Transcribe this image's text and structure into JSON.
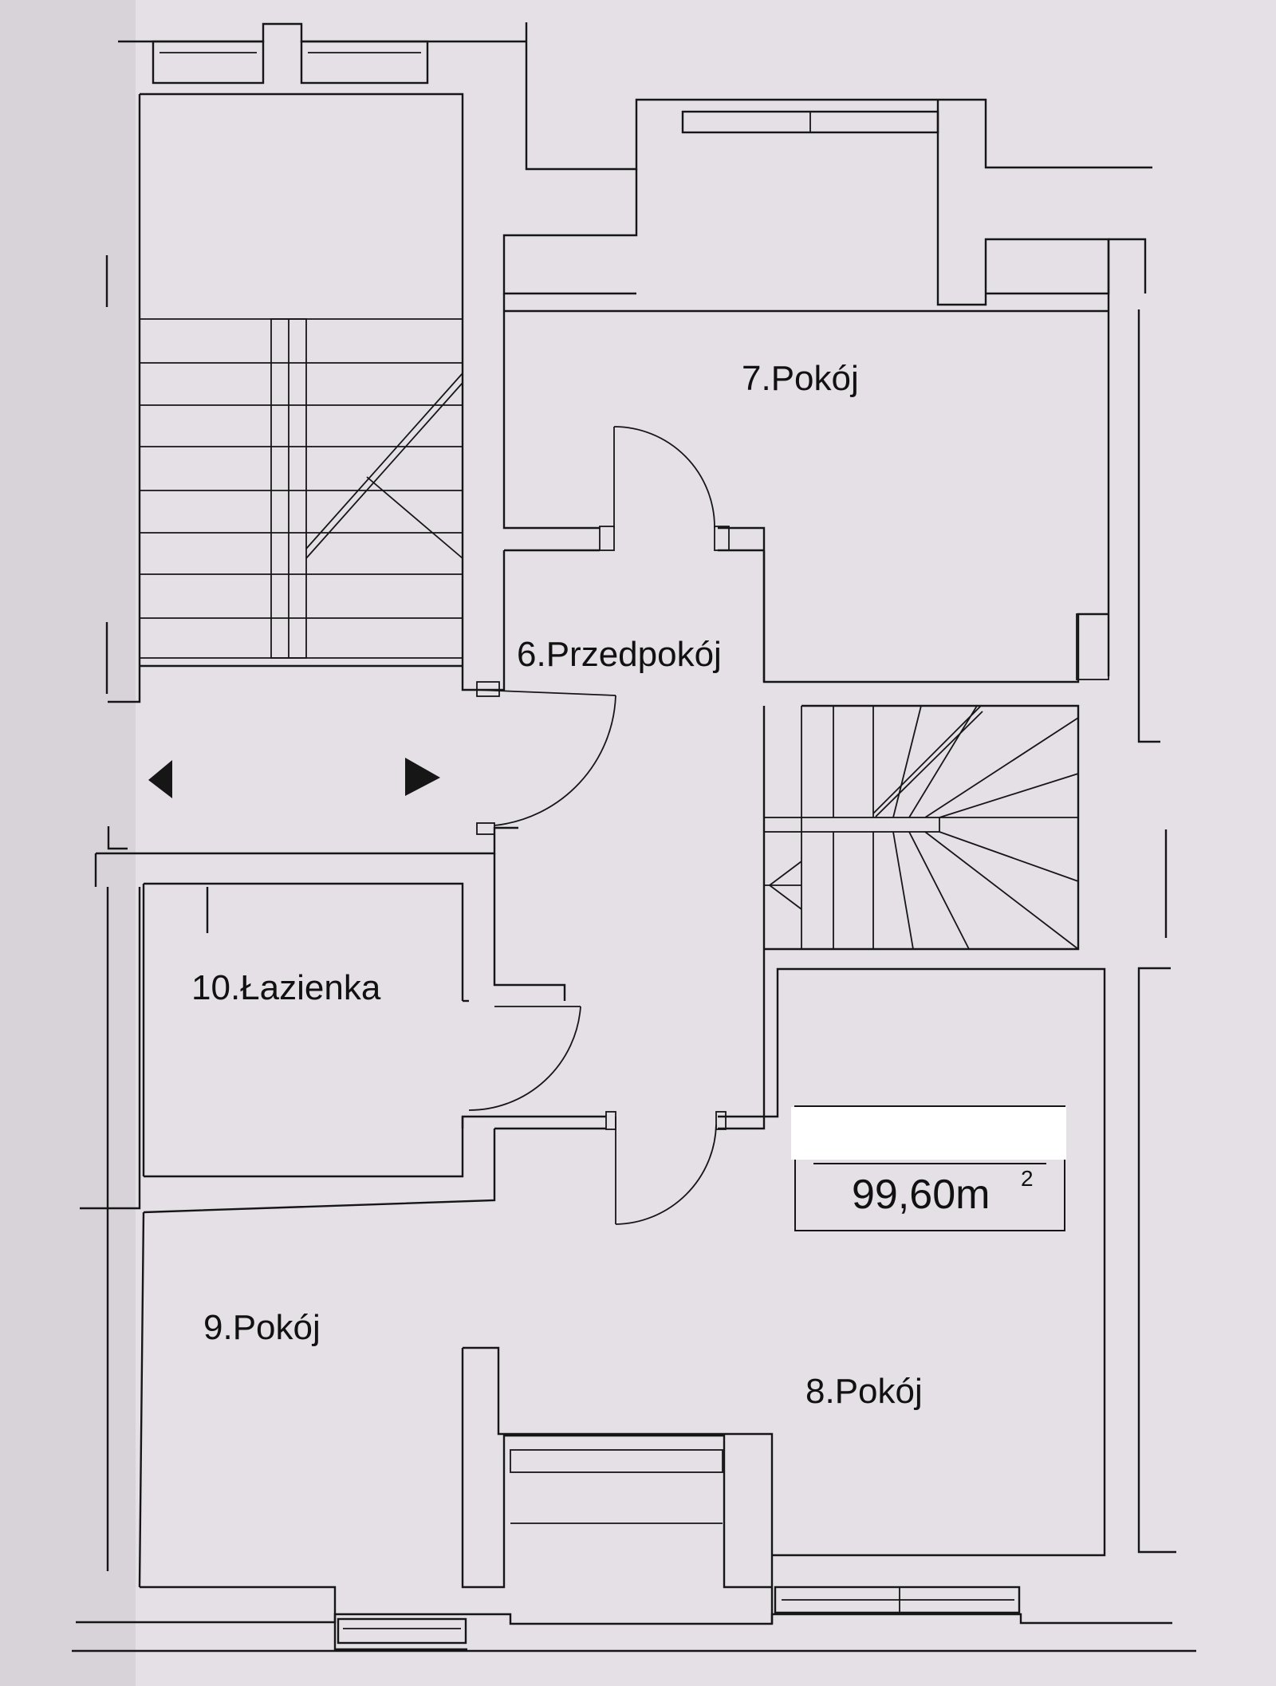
{
  "rooms": {
    "r6": "6.Przedpokój",
    "r7": "7.Pokój",
    "r8": "8.Pokój",
    "r9": "9.Pokój",
    "r10": "10.Łazienka"
  },
  "area": {
    "value": "99,60m",
    "unit_superscript": "2"
  },
  "colors": {
    "paper": "#e4e0e6",
    "ink": "#161616",
    "mask": "#ffffff"
  },
  "icons": [
    "arrow-left-icon",
    "arrow-right-icon"
  ]
}
